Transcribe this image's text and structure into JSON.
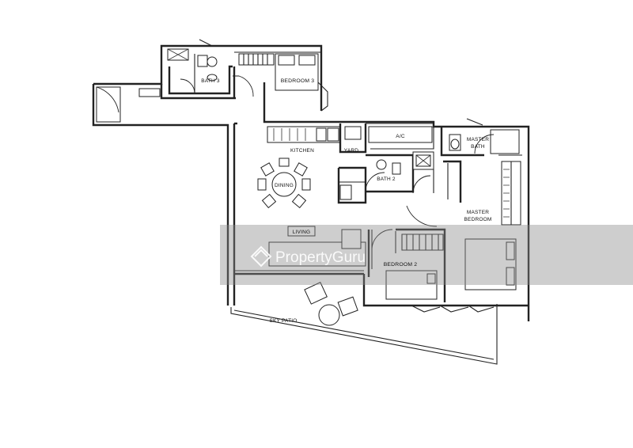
{
  "rooms": {
    "bath3": "BATH 3",
    "bedroom3": "BEDROOM 3",
    "kitchen": "KITCHEN",
    "yard": "YARD",
    "ac": "A/C",
    "master_bath_line1": "MASTER",
    "master_bath_line2": "BATH",
    "bath2": "BATH 2",
    "dining": "DINING",
    "master_bedroom_line1": "MASTER",
    "master_bedroom_line2": "BEDROOM",
    "living": "LIVING",
    "bedroom2": "BEDROOM 2",
    "sky_patio": "SKY PATIO"
  },
  "watermark": {
    "text": "PropertyGuru"
  },
  "colors": {
    "line": "#222222",
    "background": "#ffffff",
    "watermark_band": "#8a8a8a"
  }
}
